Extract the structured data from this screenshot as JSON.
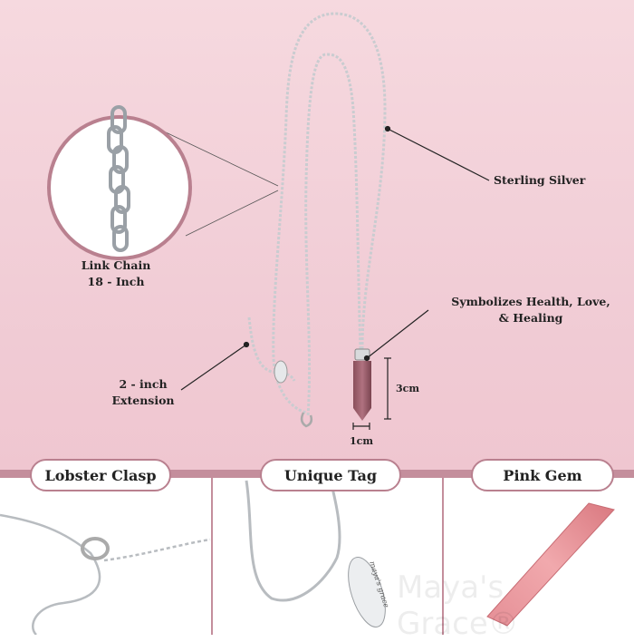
{
  "callouts": {
    "sterling": "Sterling Silver",
    "link_chain_1": "Link Chain",
    "link_chain_2": "18 - Inch",
    "symbol_1": "Symbolizes Health, Love,",
    "symbol_2": "& Healing",
    "extension_1": "2 - inch",
    "extension_2": "Extension",
    "height": "3cm",
    "width": "1cm"
  },
  "panels": [
    {
      "label": "Lobster Clasp"
    },
    {
      "label": "Unique Tag",
      "tag_text": "maya's grace"
    },
    {
      "label": "Pink Gem"
    }
  ],
  "watermark": "Maya's Grace®",
  "colors": {
    "background": "#f3d3da",
    "accent": "#c48e9c",
    "gem": "#c87a82"
  }
}
